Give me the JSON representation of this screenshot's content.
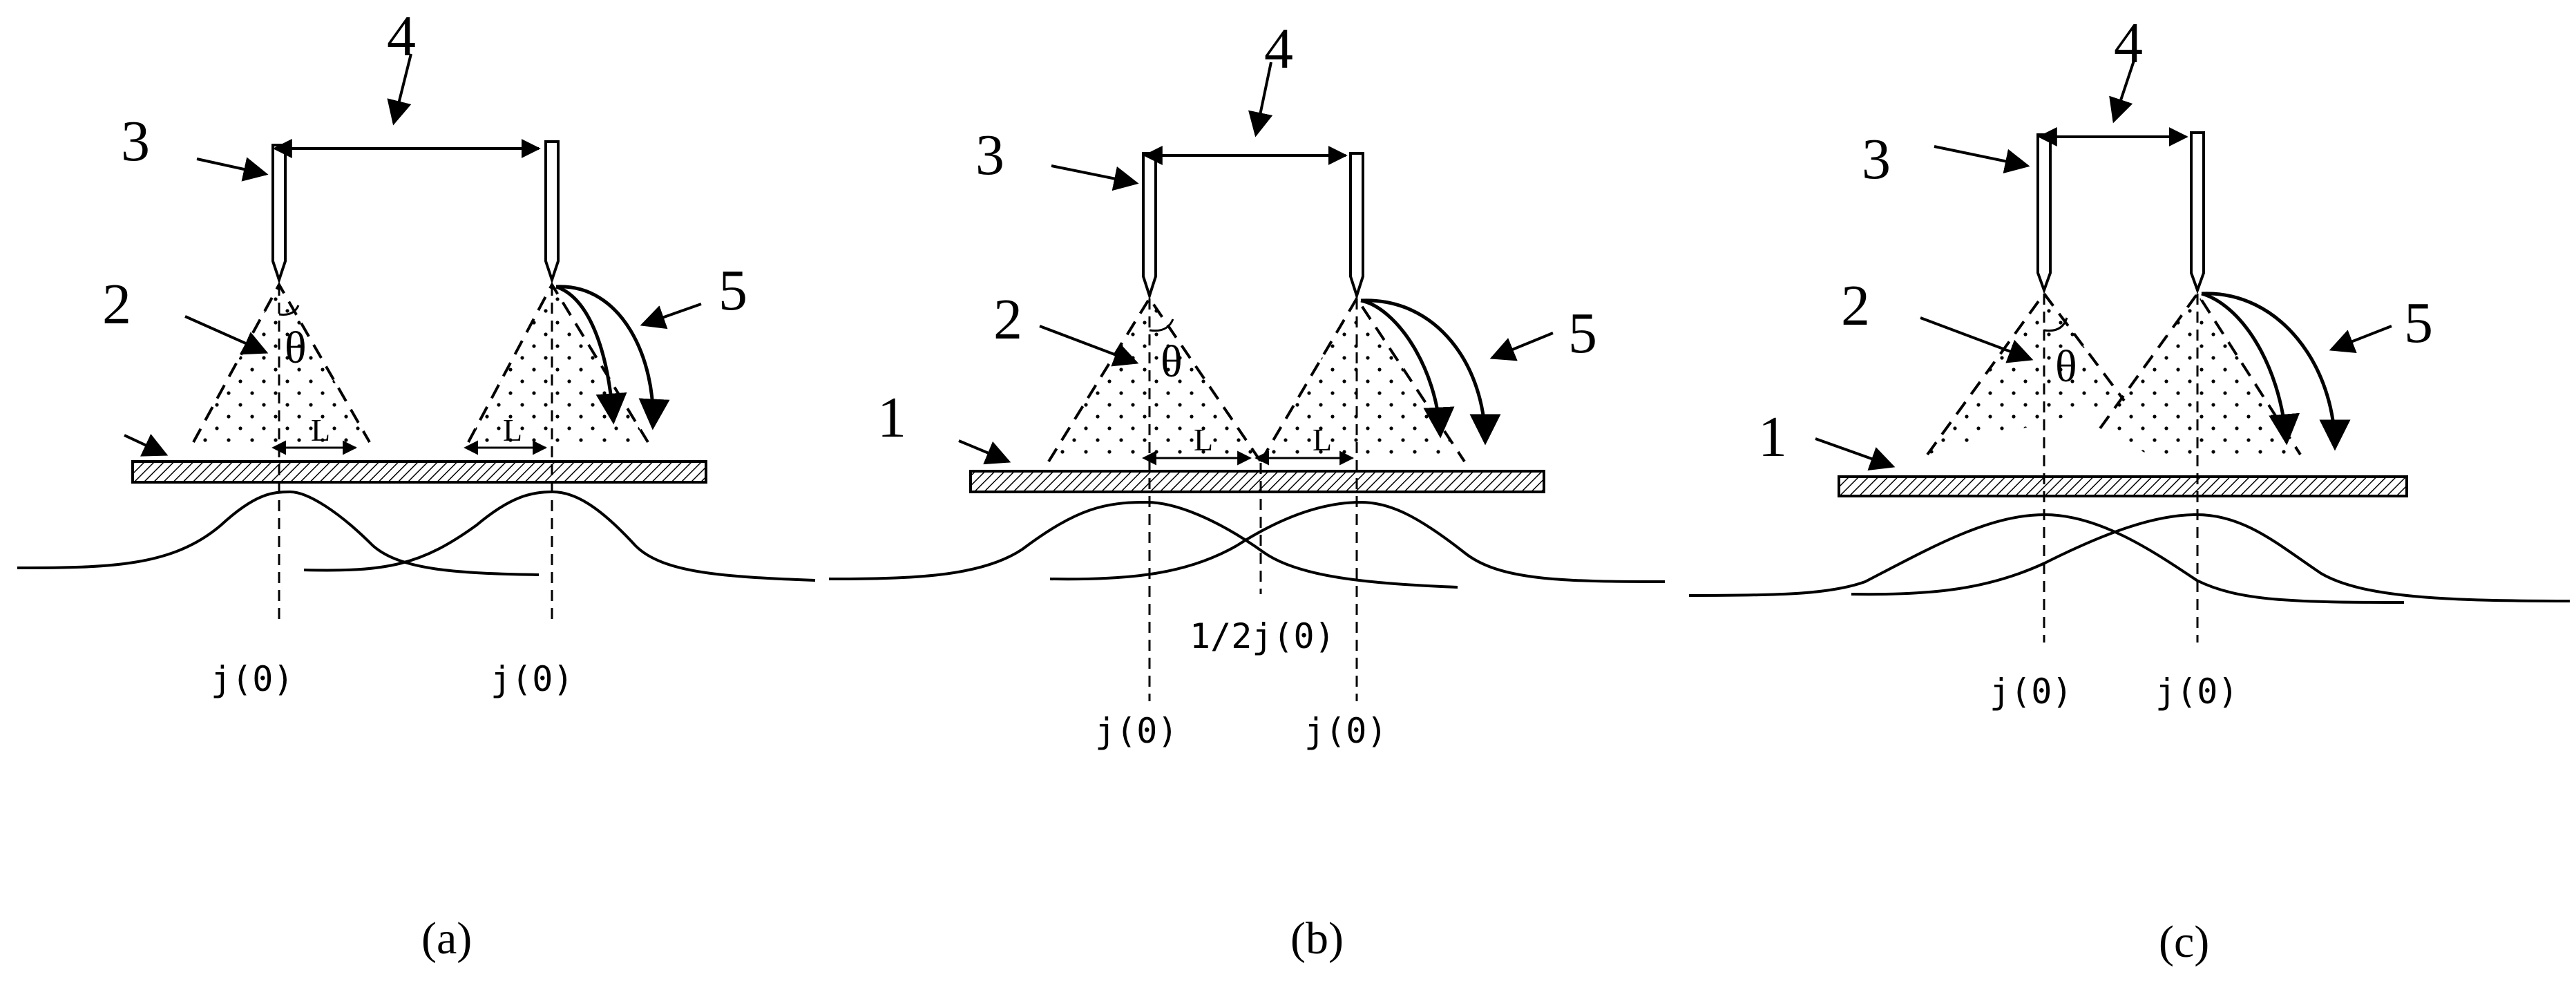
{
  "panels": [
    {
      "caption": "(a)",
      "labels": {
        "one": "",
        "two": "2",
        "three": "3",
        "four": "4",
        "five": "5",
        "theta": "θ",
        "l_left": "L",
        "l_right": "L"
      },
      "j_left": "j(0)",
      "j_right": "j(0)",
      "j_mid": ""
    },
    {
      "caption": "(b)",
      "labels": {
        "one": "1",
        "two": "2",
        "three": "3",
        "four": "4",
        "five": "5",
        "theta": "θ",
        "l_left": "L",
        "l_right": "L"
      },
      "j_left": "j(0)",
      "j_right": "j(0)",
      "j_mid": "1/2j(0)"
    },
    {
      "caption": "(c)",
      "labels": {
        "one": "1",
        "two": "2",
        "three": "3",
        "four": "4",
        "five": "5",
        "theta": "θ",
        "l_left": "",
        "l_right": ""
      },
      "j_left": "j(0)",
      "j_right": "j(0)",
      "j_mid": ""
    }
  ]
}
